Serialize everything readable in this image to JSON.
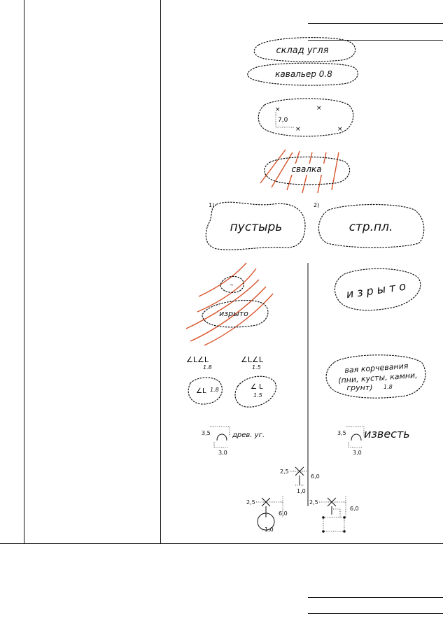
{
  "labels": {
    "coal_warehouse": "склад угля",
    "cavalier": "кавальер 0.8",
    "spot_height": "7,0",
    "dump": "свалка",
    "item_1": "1)",
    "item_2": "2)",
    "wasteland": "пустырь",
    "construction_site": "стр.пл.",
    "dug_up_left": "изрыто",
    "dug_up_right": "изрыто",
    "stump_value_top_left": "1.8",
    "stump_value_top_right": "1.5",
    "stump_value_bottom_left": "1.8",
    "stump_value_bottom_right": "1.5",
    "uprooting_line1": "вая корчевания",
    "uprooting_line2": "(пни, кусты, камни,",
    "uprooting_line3": "грунт)",
    "uprooting_value": "1.8",
    "charcoal_pit": "древ. уг.",
    "lime_pit": "известь",
    "dim_35_left": "3,5",
    "dim_30_left": "3,0",
    "dim_35_right": "3,5",
    "dim_30_right": "3,0",
    "dim_25_top": "2,5",
    "dim_60_top": "6,0",
    "dim_10_top": "1,0",
    "dim_25_bl": "2,5",
    "dim_60_bl": "6,0",
    "dim_10_bl": "1,0",
    "dim_25_br": "2,5",
    "dim_60_br": "6,0"
  },
  "colors": {
    "hatch": "#d9542b",
    "ink": "#111111"
  }
}
